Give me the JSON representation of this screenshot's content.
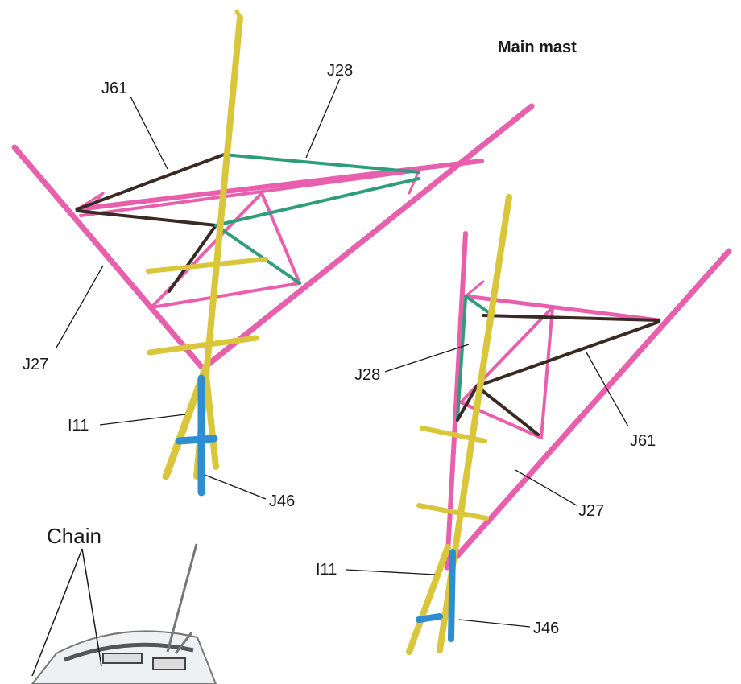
{
  "title": "Main mast",
  "chain_label": "Chain",
  "view_left": {
    "labels": {
      "j61": "J61",
      "j28": "J28",
      "j27": "J27",
      "i11": "I11",
      "j46": "J46"
    }
  },
  "view_right": {
    "labels": {
      "j28": "J28",
      "j61": "J61",
      "j27": "J27",
      "i11": "I11",
      "j46": "J46"
    }
  },
  "colors": {
    "mast": "#d9c63a",
    "yard": "#e85fae",
    "rigging_green": "#2e9e7a",
    "rigging_dark": "#3a2a24",
    "base_blue": "#2f8ecf",
    "leader": "#1a1a1a"
  }
}
